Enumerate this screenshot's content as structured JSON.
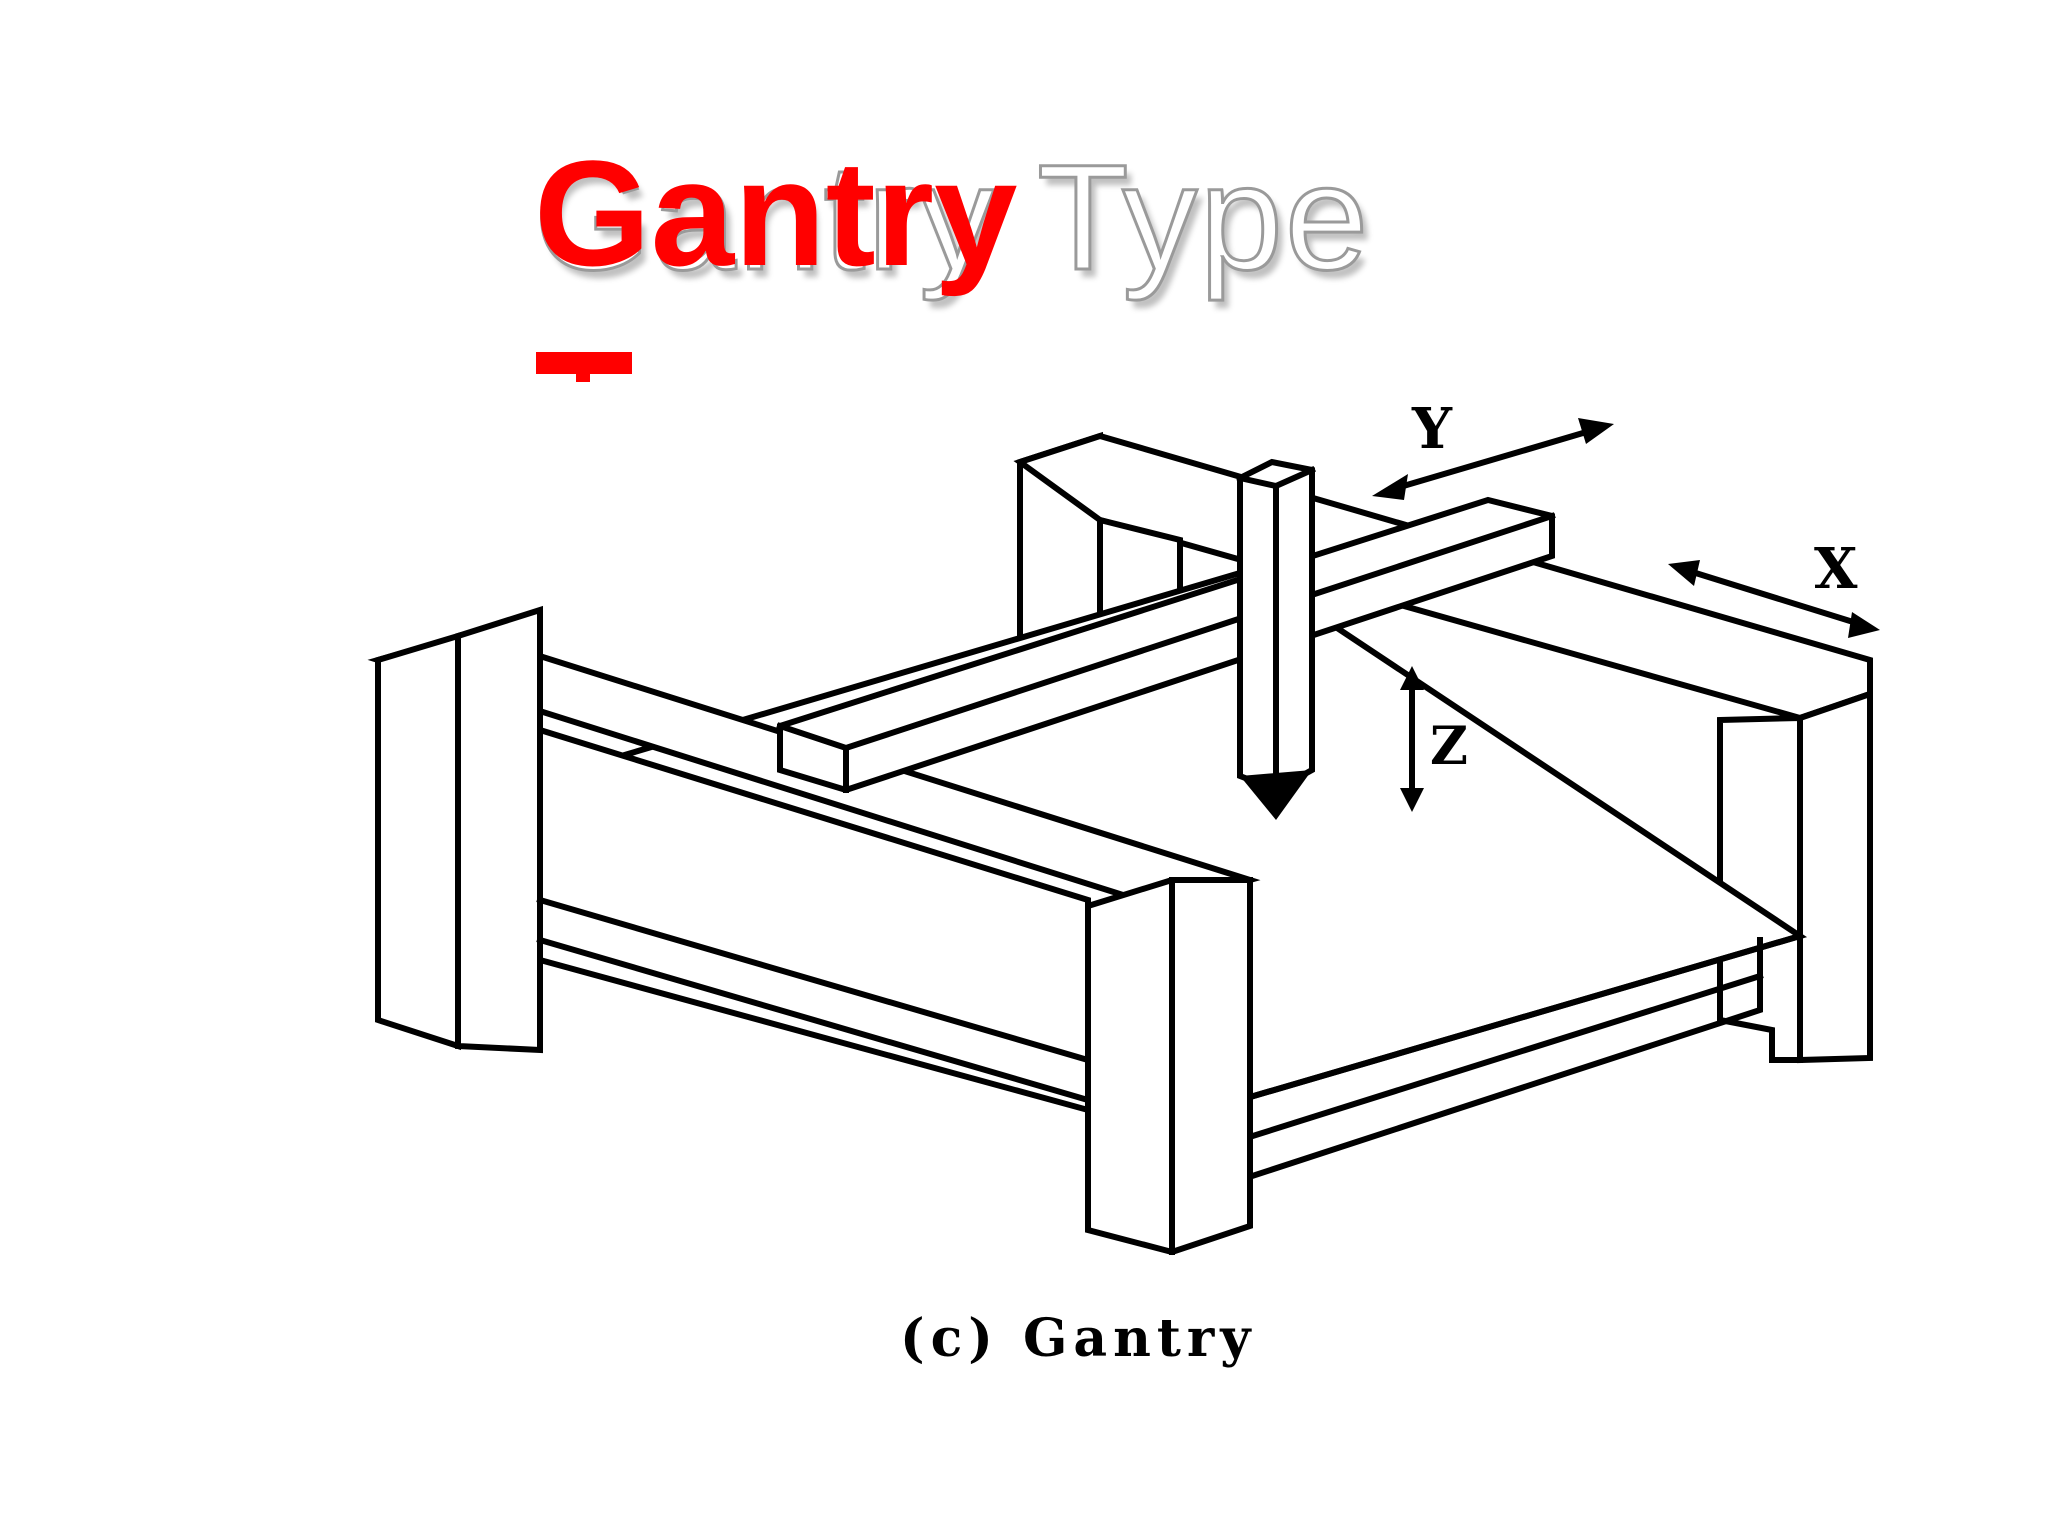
{
  "slide": {
    "title_shadow": "Gantry Type",
    "title_main": "Gantry",
    "accent_color": "#ff0000"
  },
  "diagram": {
    "axis_y": "Y",
    "axis_x": "X",
    "axis_z": "Z",
    "caption": "(c) Gantry"
  }
}
